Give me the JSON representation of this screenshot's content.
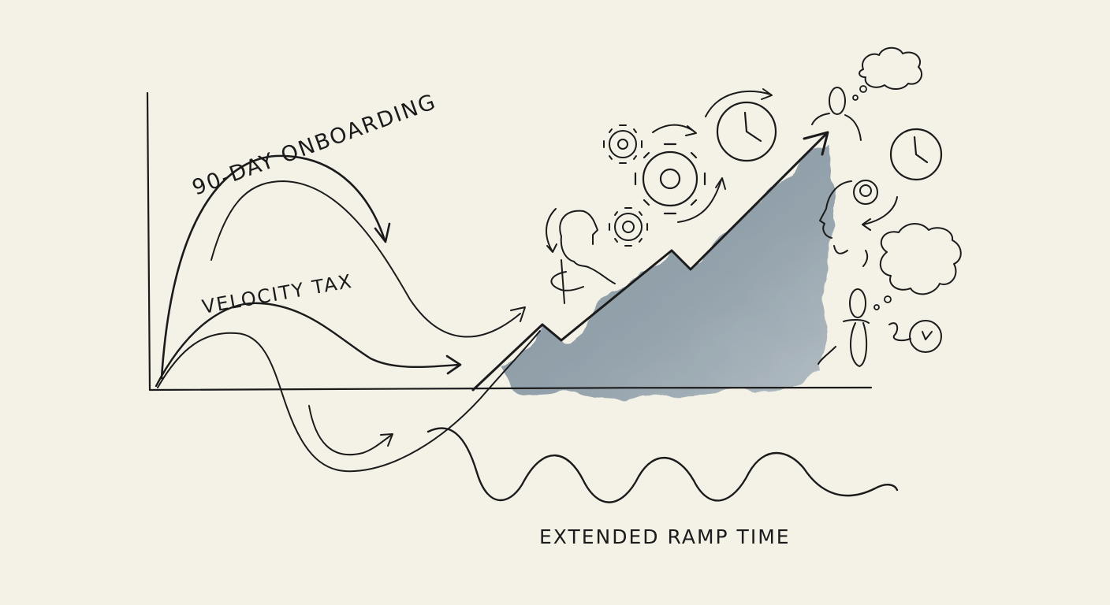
{
  "diagram": {
    "background_color": "#f4f1e7",
    "ink_color": "#1b1b1b",
    "wash_color": "#7f919f",
    "labels": {
      "onboarding": "90-DAY ONBOARDING",
      "velocity": "VELOCITY TAX",
      "ramp": "EXTENDED RAMP TIME"
    },
    "elements": [
      {
        "name": "axes",
        "description": "Hand-drawn L-shaped chart axes"
      },
      {
        "name": "onboarding-curves",
        "description": "Two nested arcs with a downward arrow"
      },
      {
        "name": "velocity-curve",
        "description": "Wavy curve ending in a right arrow"
      },
      {
        "name": "rising-trend-arrow",
        "description": "Zig-zag rising line with a gray watercolor wash below"
      },
      {
        "name": "ramp-wave",
        "description": "Oscillating wave below the x-axis"
      },
      {
        "name": "gears",
        "description": "Three gears with rotation arrows"
      },
      {
        "name": "clocks",
        "description": "Three clocks"
      },
      {
        "name": "people",
        "description": "Person sketches with thought bubbles"
      }
    ]
  }
}
